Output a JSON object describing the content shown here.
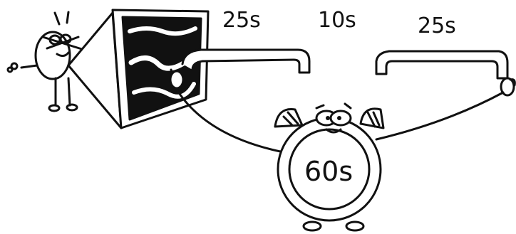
{
  "diagram": {
    "segments": [
      {
        "label": "25s"
      },
      {
        "label": "10s"
      },
      {
        "label": "25s"
      }
    ],
    "clock": {
      "label": "60s"
    },
    "icons": [
      "character-icon",
      "monitor-icon",
      "alarm-clock-icon"
    ]
  }
}
